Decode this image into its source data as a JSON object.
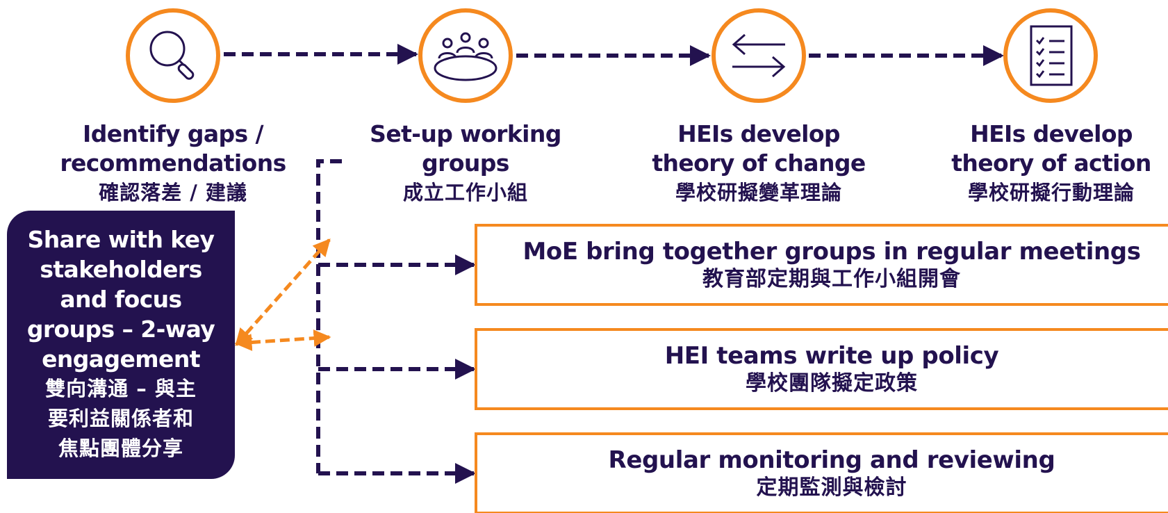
{
  "colors": {
    "primary": "#23124f",
    "accent": "#f5891f"
  },
  "steps": [
    {
      "icon": "magnifier-icon",
      "title_en_1": "Identify gaps /",
      "title_en_2": "recommendations",
      "title_zh": "確認落差 / 建議"
    },
    {
      "icon": "meeting-table-icon",
      "title_en_1": "Set-up working",
      "title_en_2": "groups",
      "title_zh": "成立工作小組"
    },
    {
      "icon": "exchange-arrows-icon",
      "title_en_1": "HEIs develop",
      "title_en_2": "theory of change",
      "title_zh": "學校研擬變革理論"
    },
    {
      "icon": "checklist-icon",
      "title_en_1": "HEIs develop",
      "title_en_2": "theory of action",
      "title_zh": "學校研擬行動理論"
    }
  ],
  "share": {
    "en_lines": [
      "Share with key",
      "stakeholders",
      "and focus",
      "groups – 2-way",
      "engagement"
    ],
    "zh_lines": [
      "雙向溝通 – 與主",
      "要利益關係者和",
      "焦點團體分享"
    ]
  },
  "actions": [
    {
      "en": "MoE bring together groups in regular meetings",
      "zh": "教育部定期與工作小組開會"
    },
    {
      "en": "HEI teams write up policy",
      "zh": "學校團隊擬定政策"
    },
    {
      "en": "Regular monitoring and reviewing",
      "zh": "定期監測與檢討"
    }
  ]
}
